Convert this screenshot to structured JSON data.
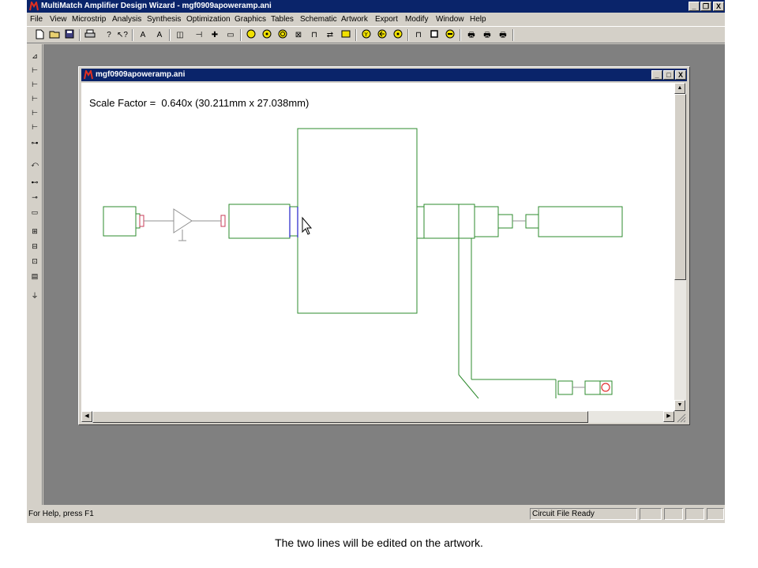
{
  "app": {
    "title": "MultiMatch Amplifier Design Wizard - mgf0909apoweramp.ani",
    "window_buttons": [
      "_",
      "❐",
      "X"
    ]
  },
  "menu": [
    "File",
    "View",
    "Microstrip",
    "Analysis",
    "Synthesis",
    "Optimization",
    "Graphics",
    "Tables",
    "Schematic",
    "Artwork",
    "Export",
    "Modify",
    "Window",
    "Help"
  ],
  "child": {
    "title": "mgf0909apoweramp.ani",
    "window_buttons": [
      "_",
      "□",
      "X"
    ],
    "scale_label": "Scale Factor =",
    "scale_value": "0.640x (30.211mm x 27.038mm)"
  },
  "status": {
    "help_text": "For Help, press F1",
    "file_status": "Circuit File Ready"
  },
  "caption": "The two lines will be edited on the artwork.",
  "colors": {
    "title_bar": "#0a246a",
    "artwork_line": "#2e8b2e",
    "edit_line": "#2020c8",
    "port_connector": "#c83c5a",
    "mdi_background": "#808080"
  }
}
